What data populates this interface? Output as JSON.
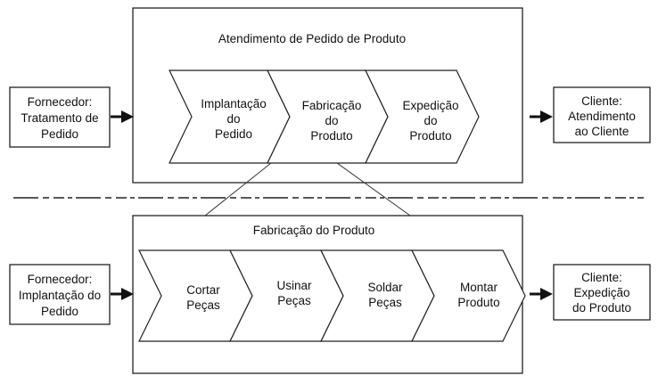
{
  "top": {
    "title": "Atendimento de Pedido de Produto",
    "supplier": [
      "Fornecedor:",
      "Tratamento de",
      "Pedido"
    ],
    "client": [
      "Cliente:",
      "Atendimento",
      "ao Cliente"
    ],
    "steps": [
      {
        "lines": [
          "Implantação",
          "do",
          "Pedido"
        ]
      },
      {
        "lines": [
          "Fabricação",
          "do",
          "Produto"
        ]
      },
      {
        "lines": [
          "Expedição",
          "do",
          "Produto"
        ]
      }
    ]
  },
  "bottom": {
    "title": "Fabricação do Produto",
    "supplier": [
      "Fornecedor:",
      "Implantação do",
      "Pedido"
    ],
    "client": [
      "Cliente:",
      "Expedição",
      "do Produto"
    ],
    "steps": [
      {
        "lines": [
          "Cortar",
          "Peças"
        ]
      },
      {
        "lines": [
          "Usinar",
          "Peças"
        ]
      },
      {
        "lines": [
          "Soldar",
          "Peças"
        ]
      },
      {
        "lines": [
          "Montar",
          "Produto"
        ]
      }
    ]
  }
}
